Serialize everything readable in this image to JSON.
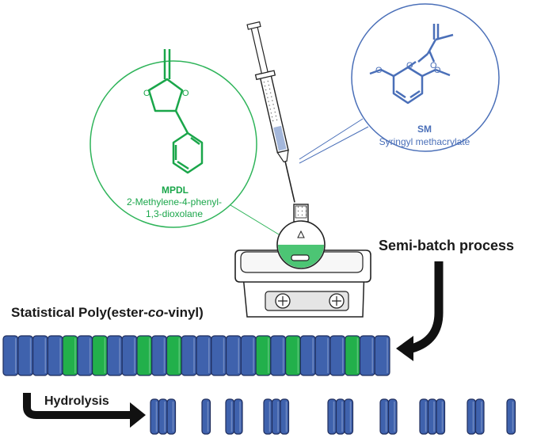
{
  "mpdl": {
    "abbr": "MPDL",
    "name": "2-Methylene-4-phenyl-\n1,3-dioxolane",
    "color": "#1aa64a"
  },
  "sm": {
    "abbr": "SM",
    "name": "Syringyl methacrylate",
    "color": "#4a6fb8"
  },
  "process_label": "Semi-batch process",
  "polymer_label": {
    "prefix": "Statistical Poly(ester-",
    "italic": "co",
    "suffix": "-vinyl)"
  },
  "hydrolysis_label": "Hydrolysis",
  "colors": {
    "vinyl_segment": "#3f62ad",
    "ester_segment": "#22b04b",
    "outline": "#1f2d5c",
    "arrow": "#111111"
  },
  "chain": {
    "sequence": [
      "V",
      "V",
      "V",
      "V",
      "E",
      "V",
      "E",
      "V",
      "V",
      "E",
      "V",
      "E",
      "V",
      "V",
      "V",
      "V",
      "V",
      "E",
      "V",
      "E",
      "V",
      "V",
      "V",
      "E",
      "V",
      "V"
    ],
    "fragments": [
      3,
      1,
      2,
      3,
      3,
      2,
      3,
      2,
      1
    ]
  }
}
